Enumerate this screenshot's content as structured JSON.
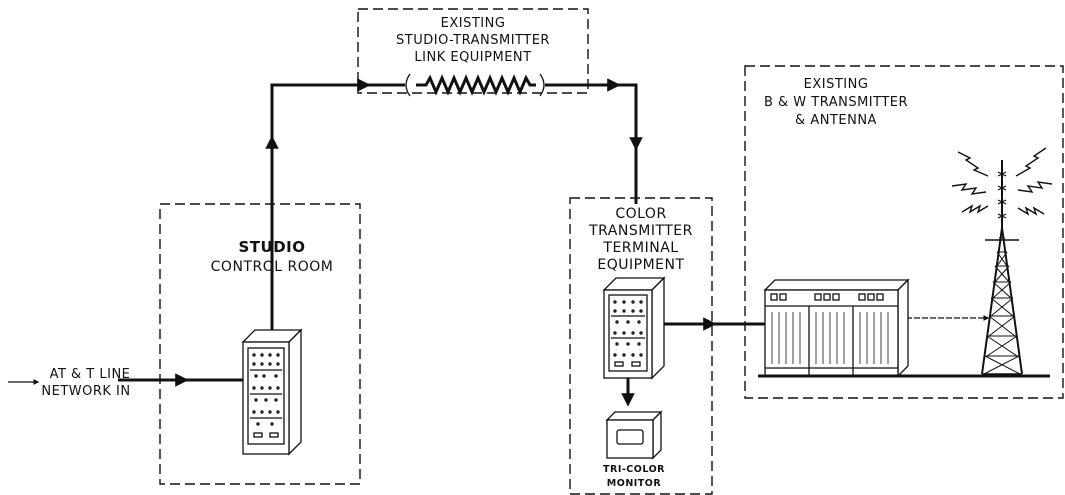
{
  "stl_box": {
    "lines": [
      "EXISTING",
      "STUDIO-TRANSMITTER",
      "LINK EQUIPMENT"
    ]
  },
  "studio_box": {
    "title": "STUDIO",
    "subtitle": "CONTROL ROOM"
  },
  "color_box": {
    "lines": [
      "COLOR",
      "TRANSMITTER",
      "TERMINAL",
      "EQUIPMENT"
    ],
    "monitor_lines": [
      "TRI-COLOR",
      "MONITOR"
    ]
  },
  "bw_box": {
    "lines": [
      "EXISTING",
      "B & W  TRANSMITTER",
      "& ANTENNA"
    ]
  },
  "input": {
    "lines": [
      "AT & T LINE",
      "NETWORK IN"
    ]
  },
  "icons": [
    "arrow-icon",
    "rack-icon",
    "monitor-icon",
    "transmitter-icon",
    "antenna-tower-icon",
    "lightning-icon",
    "microwave-link-icon"
  ]
}
